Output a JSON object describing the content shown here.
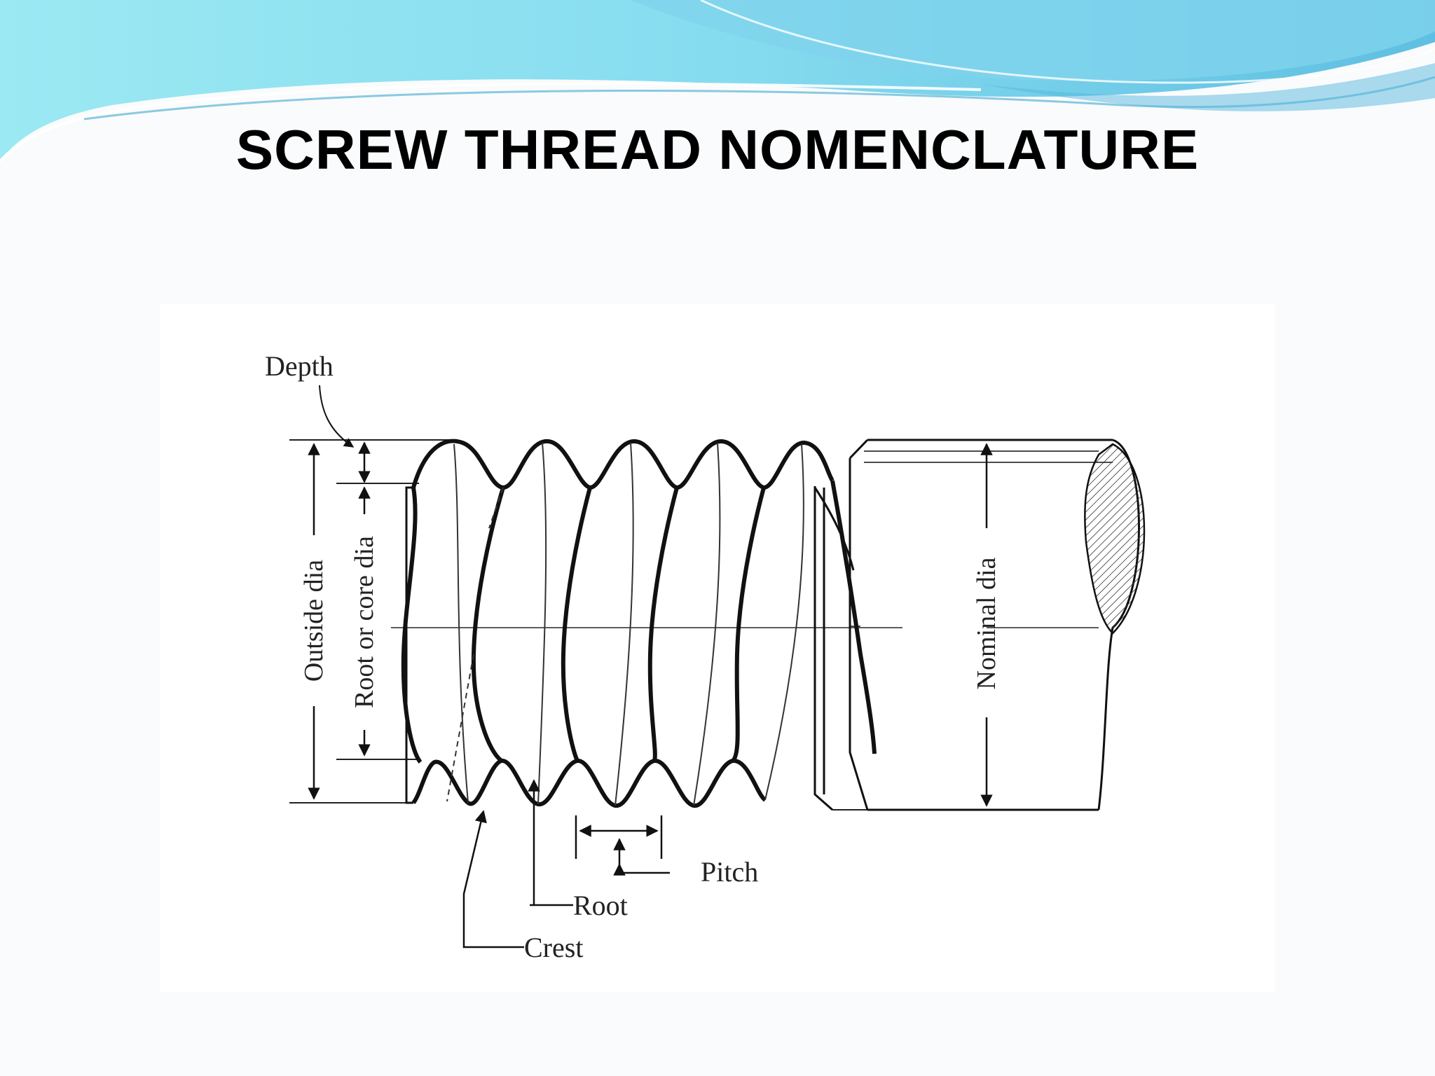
{
  "slide": {
    "title": "SCREW THREAD NOMENCLATURE"
  },
  "diagram": {
    "labels": {
      "depth": "Depth",
      "outside_dia": "Outside dia",
      "root_or_core_dia": "Root or core dia",
      "nominal_dia": "Nominal dia",
      "pitch": "Pitch",
      "root": "Root",
      "crest": "Crest"
    }
  },
  "colors": {
    "wave_light": "#8ee3f0",
    "wave_mid": "#6ccbe6",
    "wave_dark": "#3fa9d0"
  }
}
